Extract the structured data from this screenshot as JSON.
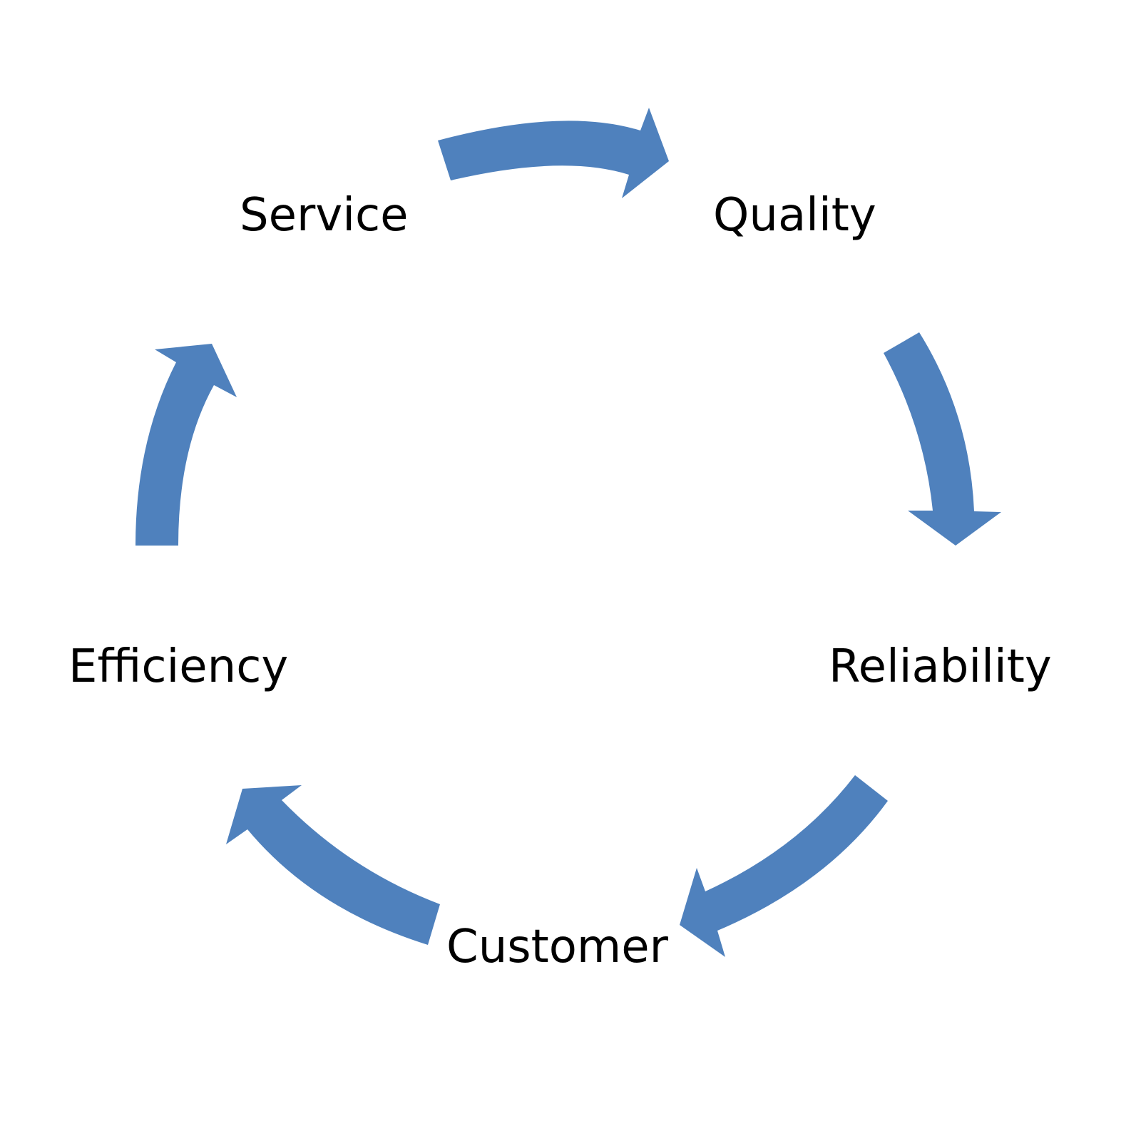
{
  "diagram": {
    "type": "cycle",
    "arrow_color": "#4F81BD",
    "text_color": "#000000",
    "nodes": [
      {
        "id": "service",
        "label": "Service"
      },
      {
        "id": "quality",
        "label": "Quality"
      },
      {
        "id": "reliability",
        "label": "Reliability"
      },
      {
        "id": "customer",
        "label": "Customer"
      },
      {
        "id": "efficiency",
        "label": "Efficiency"
      }
    ],
    "edges": [
      {
        "from": "service",
        "to": "quality"
      },
      {
        "from": "quality",
        "to": "reliability"
      },
      {
        "from": "reliability",
        "to": "customer"
      },
      {
        "from": "customer",
        "to": "efficiency"
      },
      {
        "from": "efficiency",
        "to": "service"
      }
    ]
  }
}
